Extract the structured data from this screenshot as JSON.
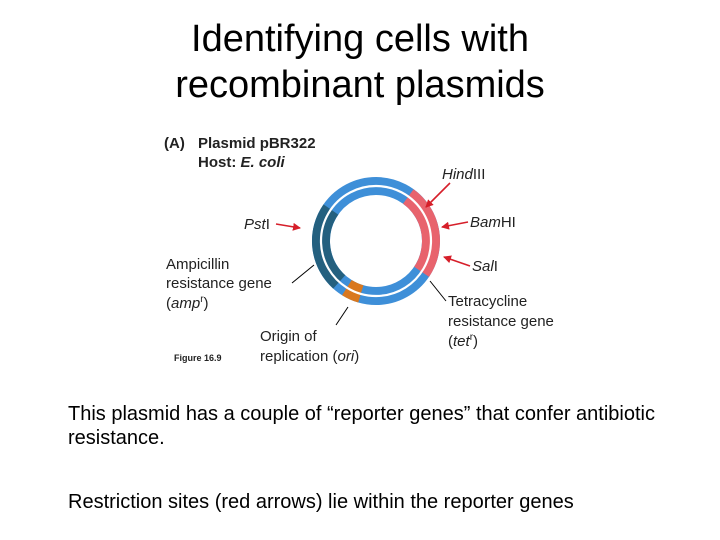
{
  "slide": {
    "title_line1": "Identifying cells with",
    "title_line2": "recombinant plasmids",
    "paragraph1": "This plasmid has a couple of “reporter genes” that confer antibiotic resistance.",
    "paragraph2": "Restriction sites (red arrows)  lie within the reporter genes"
  },
  "figure": {
    "panel": "(A)",
    "plasmid_label": "Plasmid pBR322",
    "host_prefix": "Host: ",
    "host_name": "E. coli",
    "figure_number": "Figure 16.9",
    "sites": {
      "hindIII_italic": "Hind",
      "hindIII_rest": "III",
      "bamHI_italic": "Bam",
      "bamHI_rest": "HI",
      "salI_italic": "Sal",
      "salI_rest": "I",
      "pstI_italic": "Pst",
      "pstI_rest": "I"
    },
    "amp": {
      "line1": "Ampicillin",
      "line2": "resistance gene",
      "line3_open": "(",
      "line3_italic": "amp",
      "line3_sup": "r",
      "line3_close": ")"
    },
    "ori": {
      "line1": "Origin of",
      "line2_prefix": "replication (",
      "line2_italic": "ori",
      "line2_close": ")"
    },
    "tet": {
      "line1": "Tetracycline",
      "line2": "resistance gene",
      "line3_open": "(",
      "line3_italic": "tet",
      "line3_sup": "r",
      "line3_close": ")"
    },
    "colors": {
      "backbone": "#3e8fd8",
      "amp_gene": "#24607f",
      "tet_gene": "#e8636d",
      "ori": "#d9781f",
      "arrow": "#d61f2a"
    }
  }
}
